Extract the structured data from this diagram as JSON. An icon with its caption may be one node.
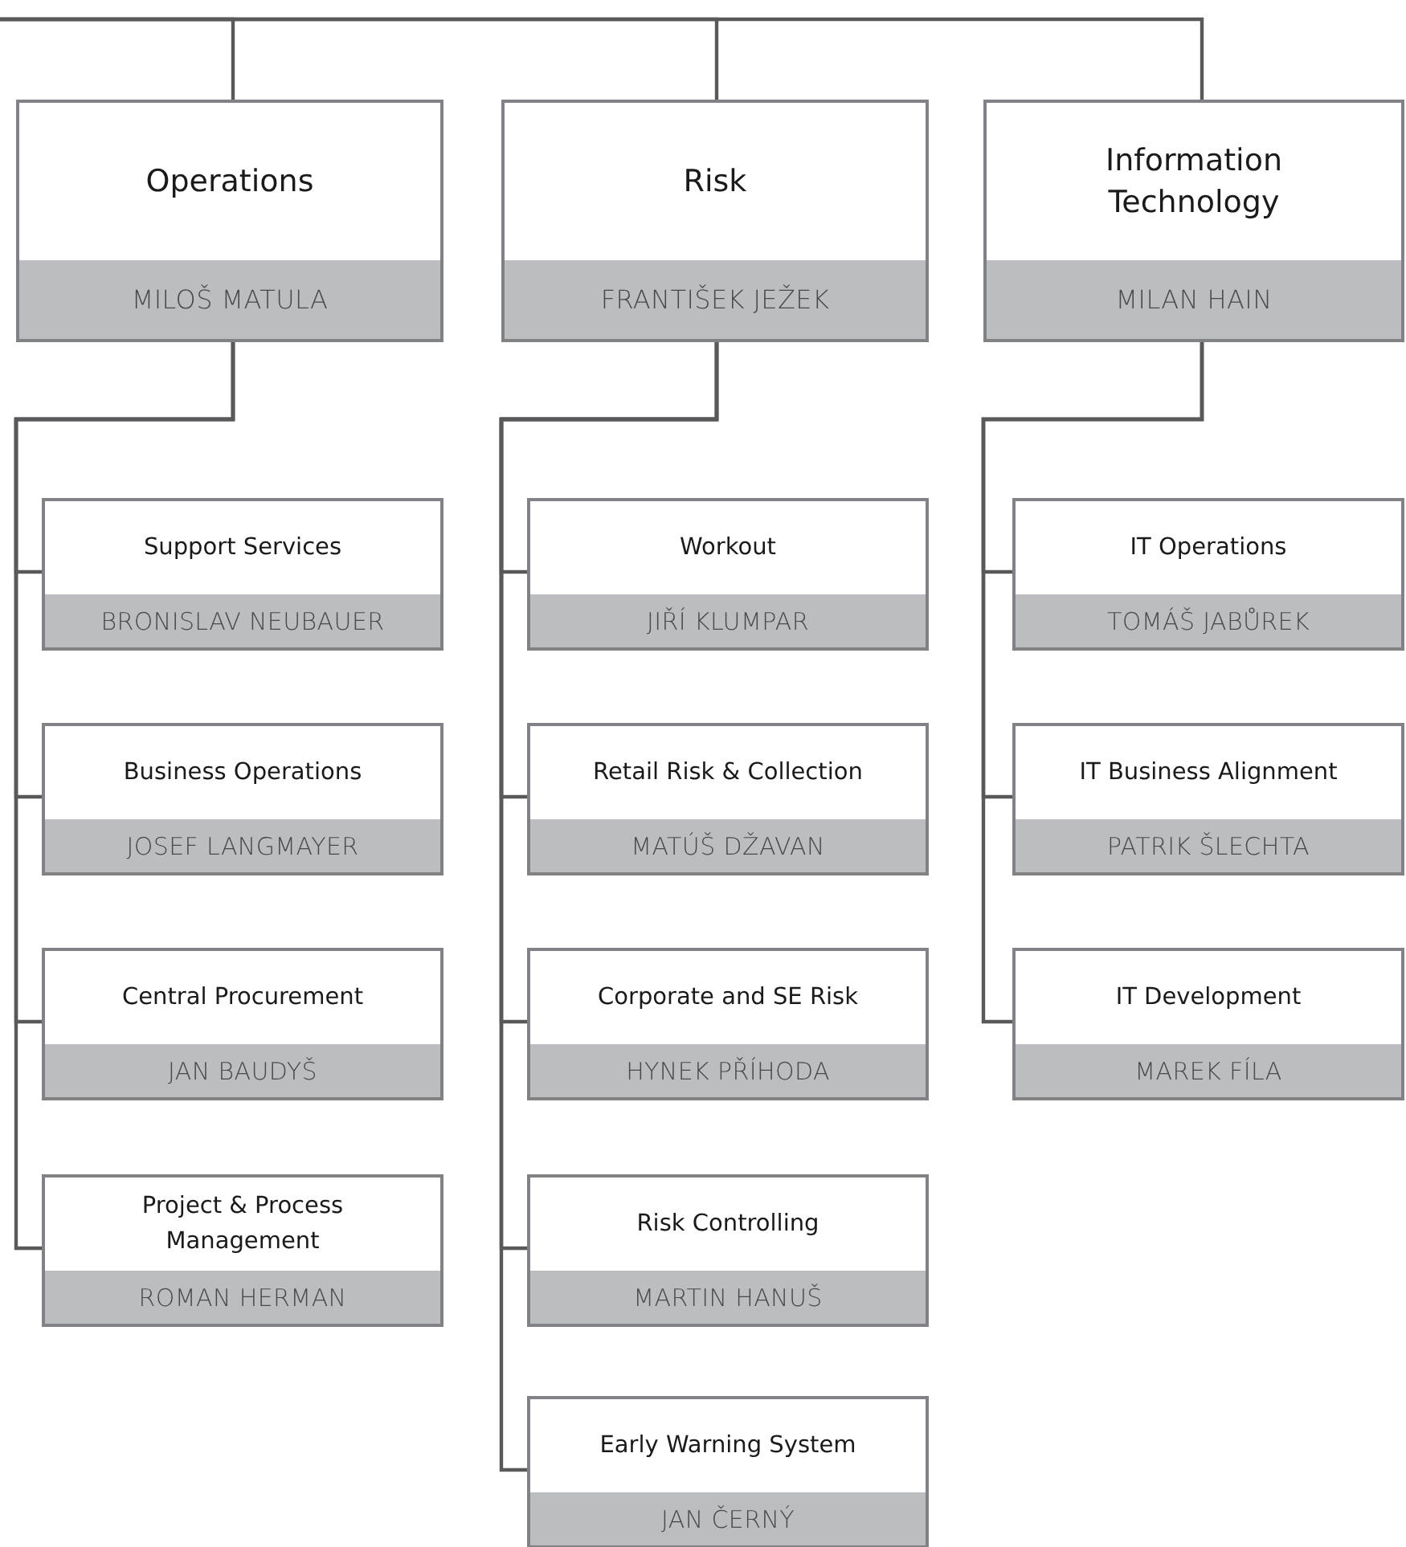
{
  "diagram": {
    "nodes": [
      {
        "text": [
          "Operations",
          "MILOŠ MATULA"
        ]
      },
      {
        "text": [
          "Risk",
          "FRANTIŠEK JEŽEK"
        ]
      },
      {
        "text": [
          "Information Technology",
          "MILAN HAIN"
        ]
      },
      {
        "text": [
          "Support Services",
          "BRONISLAV NEUBAUER"
        ]
      },
      {
        "text": [
          "Business Operations",
          "JOSEF LANGMAYER"
        ]
      },
      {
        "text": [
          "Central Procurement",
          "JAN BAUDYŠ"
        ]
      },
      {
        "text": [
          "Project & Process Management",
          "ROMAN HERMAN"
        ]
      },
      {
        "text": [
          "Workout",
          "JIŘÍ KLUMPAR"
        ]
      },
      {
        "text": [
          "Retail Risk & Collection",
          "MATÚŠ DŽAVAN"
        ]
      },
      {
        "text": [
          "Corporate and SE Risk",
          "HYNEK PŘÍHODA"
        ]
      },
      {
        "text": [
          "Risk Controlling",
          "MARTIN HANUŠ"
        ]
      },
      {
        "text": [
          "Early Warning System",
          "JAN ČERNÝ"
        ]
      },
      {
        "text": [
          "IT Operations",
          "TOMÁŠ JABŮREK"
        ]
      },
      {
        "text": [
          "IT Business Alignment",
          "PATRIK ŠLECHTA"
        ]
      },
      {
        "text": [
          "IT Development",
          "MAREK FÍLA"
        ]
      }
    ],
    "edges": [
      {
        "from": null,
        "to": 0,
        "arrow": "none"
      },
      {
        "from": null,
        "to": 1,
        "arrow": "none"
      },
      {
        "from": null,
        "to": 2,
        "arrow": "none"
      },
      {
        "from": 0,
        "to": 3,
        "arrow": "none"
      },
      {
        "from": 0,
        "to": 4,
        "arrow": "none"
      },
      {
        "from": 0,
        "to": 5,
        "arrow": "none"
      },
      {
        "from": 0,
        "to": 6,
        "arrow": "none"
      },
      {
        "from": 1,
        "to": 7,
        "arrow": "none"
      },
      {
        "from": 1,
        "to": 8,
        "arrow": "none"
      },
      {
        "from": 1,
        "to": 9,
        "arrow": "none"
      },
      {
        "from": 1,
        "to": 10,
        "arrow": "none"
      },
      {
        "from": 1,
        "to": 11,
        "arrow": "none"
      },
      {
        "from": 2,
        "to": 12,
        "arrow": "none"
      },
      {
        "from": 2,
        "to": 13,
        "arrow": "none"
      },
      {
        "from": 2,
        "to": 14,
        "arrow": "none"
      }
    ]
  }
}
